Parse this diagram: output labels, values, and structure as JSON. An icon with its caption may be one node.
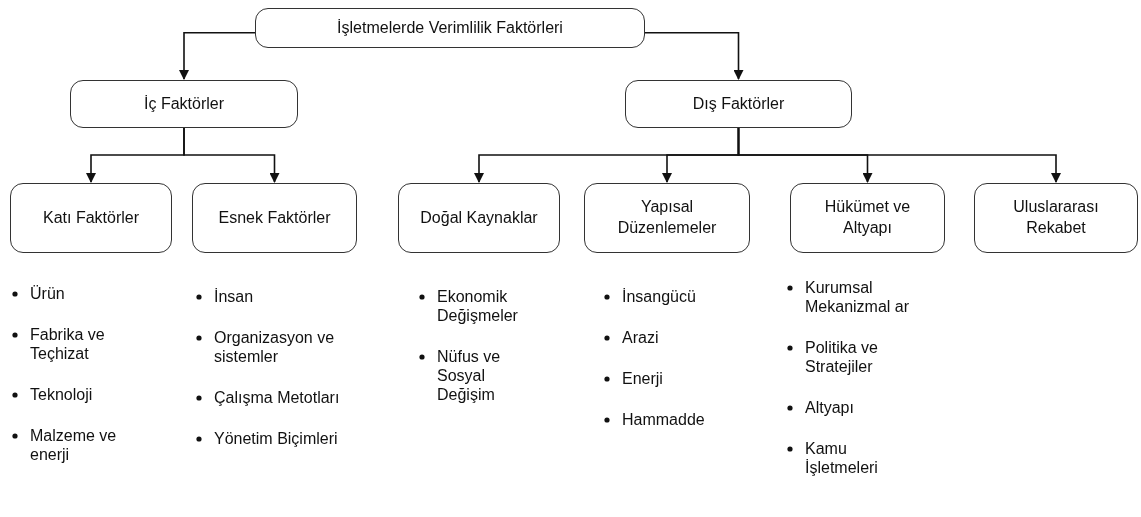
{
  "diagram": {
    "nodes": [
      {
        "text": [
          "İşletmelerde Verimlilik Faktörleri"
        ]
      },
      {
        "text": [
          "İç Faktörler"
        ]
      },
      {
        "text": [
          "Dış Faktörler"
        ]
      },
      {
        "text": [
          "Katı Faktörler"
        ],
        "beside": [
          "Ürün",
          "Fabrika ve Teçhizat",
          "Teknoloji",
          "Malzeme ve enerji"
        ]
      },
      {
        "text": [
          "Esnek Faktörler"
        ],
        "beside": [
          "İnsan",
          "Organizasyon ve sistemler",
          "Çalışma Metotları",
          "Yönetim Biçimleri"
        ]
      },
      {
        "text": [
          "Doğal Kaynaklar"
        ],
        "beside": [
          "Ekonomik Değişmeler",
          "Nüfus ve Sosyal Değişim"
        ]
      },
      {
        "text": [
          "Yapısal Düzenlemeler"
        ],
        "beside": [
          "İnsangücü",
          "Arazi",
          "Enerji",
          "Hammadde"
        ]
      },
      {
        "text": [
          "Hükümet ve Altyapı"
        ],
        "beside": [
          "Kurumsal Mekanizmal ar",
          "Politika ve Stratejiler",
          "Altyapı",
          "Kamu İşletmeleri"
        ]
      },
      {
        "text": [
          "Uluslararası Rekabet"
        ]
      }
    ],
    "edges": [
      {
        "from": 0,
        "to": 1,
        "arrow": "to"
      },
      {
        "from": 0,
        "to": 2,
        "arrow": "to"
      },
      {
        "from": 1,
        "to": 3,
        "arrow": "to"
      },
      {
        "from": 1,
        "to": 4,
        "arrow": "to"
      },
      {
        "from": 2,
        "to": 5,
        "arrow": "to"
      },
      {
        "from": 2,
        "to": 6,
        "arrow": "to"
      },
      {
        "from": 2,
        "to": 7,
        "arrow": "to"
      },
      {
        "from": 2,
        "to": 8,
        "arrow": "to"
      }
    ]
  }
}
